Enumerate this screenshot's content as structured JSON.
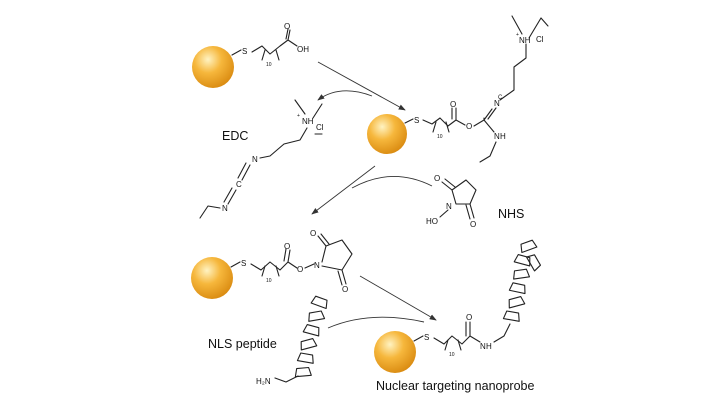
{
  "labels": {
    "edc": "EDC",
    "nhs": "NHS",
    "nls_peptide": "NLS peptide",
    "product": "Nuclear targeting nanoprobe"
  },
  "atoms": {
    "sulfur": "S",
    "oxygen": "O",
    "hydroxyl": "OH",
    "nitrogen": "N",
    "amine_h": "H",
    "ammonium": "NH",
    "plus": "+",
    "chloride": "Cl",
    "minus": "−",
    "hydroxy_n": "HO",
    "amino": "H₂N",
    "subscript_10": "10",
    "carbodiimide_c": "C"
  },
  "colors": {
    "gold_light": "#fff3c2",
    "gold_mid": "#f6b73c",
    "gold_dark": "#d98a10",
    "line": "#222222"
  }
}
